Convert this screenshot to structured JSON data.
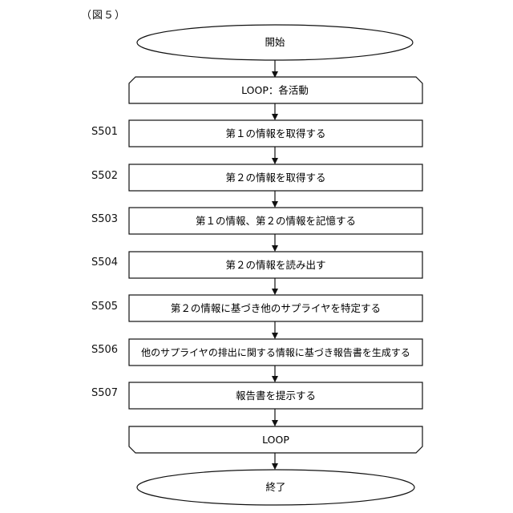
{
  "figure_label": "（図５）",
  "nodes": {
    "start": {
      "text": "開始"
    },
    "loop_start": {
      "text": "LOOP：各活動"
    },
    "s501": {
      "id": "S501",
      "text": "第１の情報を取得する"
    },
    "s502": {
      "id": "S502",
      "text": "第２の情報を取得する"
    },
    "s503": {
      "id": "S503",
      "text": "第１の情報、第２の情報を記憶する"
    },
    "s504": {
      "id": "S504",
      "text": "第２の情報を読み出す"
    },
    "s505": {
      "id": "S505",
      "text": "第２の情報に基づき他のサプライヤを特定する"
    },
    "s506": {
      "id": "S506",
      "text": "他のサプライヤの排出に関する情報に基づき報告書を生成する"
    },
    "s507": {
      "id": "S507",
      "text": "報告書を提示する"
    },
    "loop_end": {
      "text": "LOOP"
    },
    "end": {
      "text": "終了"
    }
  }
}
